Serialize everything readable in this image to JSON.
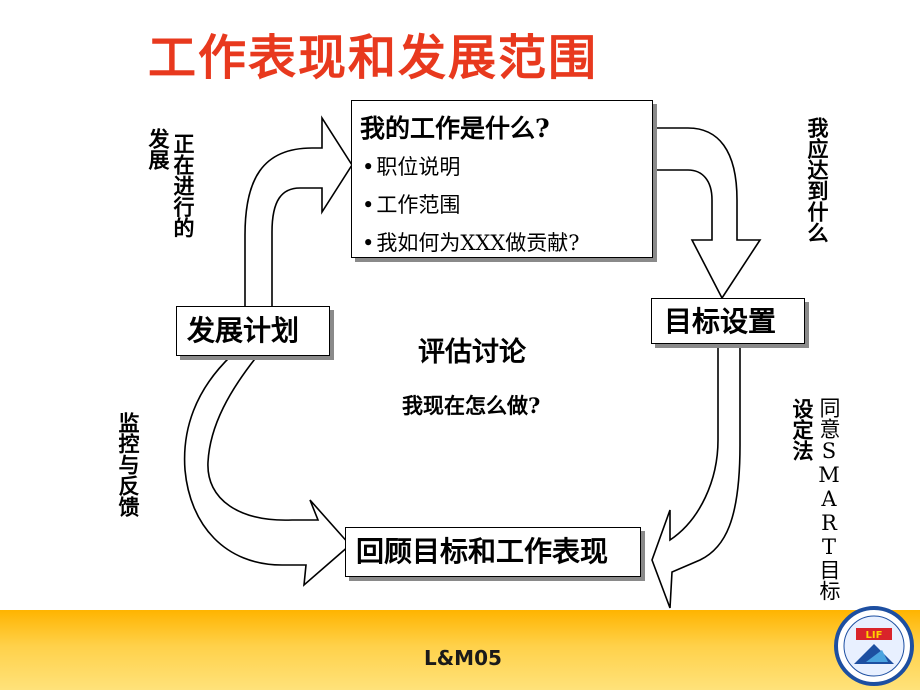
{
  "title": "工作表现和发展范围",
  "info_box": {
    "title": "我的工作是什么?",
    "bullet": "•",
    "items": [
      "职位说明",
      "工作范围",
      "我如何为XXX做贡献?"
    ]
  },
  "boxes": {
    "plan": "发展计划",
    "goal": "目标设置",
    "review": "回顾目标和工作表现"
  },
  "center": {
    "title": "评估讨论",
    "subtitle": "我现在怎么做?"
  },
  "side_labels": {
    "ongoing_dev_col1": "正在进行的",
    "ongoing_dev_col2": "发展",
    "target_col1": "我应达到什么",
    "smart_col1": "同意SMART目标",
    "smart_col2": "设定法",
    "monitor": "监控与反馈"
  },
  "footer": {
    "code": "L&M05",
    "logo_text": "LIF"
  },
  "colors": {
    "title": "#e8391e",
    "footer_band": "#ffc21a",
    "shadow": "#8a8a8a"
  }
}
